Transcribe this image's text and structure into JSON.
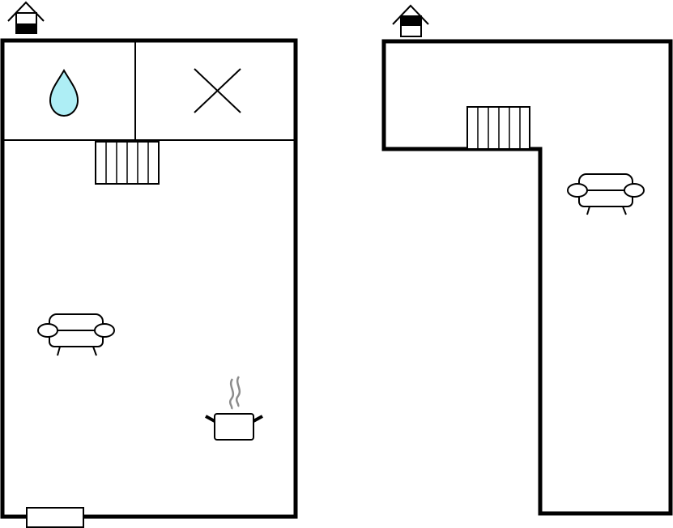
{
  "floors": [
    {
      "id": "ground-floor",
      "level_indicator": "floor-indicator-lower-filled-icon",
      "rooms": [
        {
          "id": "bathroom",
          "icon": "water-drop-icon"
        },
        {
          "id": "bedroom",
          "icon": "bed-cross-icon"
        },
        {
          "id": "living-room",
          "icons": [
            "sofa-icon",
            "kitchen-pot-icon",
            "staircase-icon"
          ]
        }
      ],
      "fixtures": [
        "entrance-door"
      ]
    },
    {
      "id": "upper-floor",
      "level_indicator": "floor-indicator-upper-filled-icon",
      "rooms": [
        {
          "id": "loft",
          "icons": [
            "staircase-icon",
            "sofa-icon"
          ]
        }
      ]
    }
  ],
  "colors": {
    "wall": "#000000",
    "background": "#ffffff",
    "water": "#aeeef5",
    "steam": "#8c8c8c"
  }
}
